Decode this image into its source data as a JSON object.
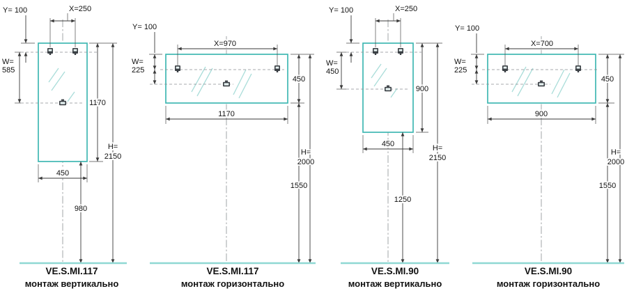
{
  "panels": [
    {
      "model": "VE.S.MI.117",
      "mounting": "монтаж вертикально",
      "orientation": "vertical",
      "dims": {
        "y": "Y= 100",
        "x": "X=250",
        "w_label": "W=",
        "w_value": "585",
        "mirror_height": "1170",
        "mirror_width": "450",
        "h_label": "H=",
        "h_value": "2150",
        "bottom_offset": "980"
      }
    },
    {
      "model": "VE.S.MI.117",
      "mounting": "монтаж горизонтально",
      "orientation": "horizontal",
      "dims": {
        "y": "Y= 100",
        "x": "X=970",
        "w_label": "W=",
        "w_value": "225",
        "mirror_height": "450",
        "mirror_width": "1170",
        "h_label": "H=",
        "h_value": "2000",
        "bottom_offset": "1550"
      }
    },
    {
      "model": "VE.S.MI.90",
      "mounting": "монтаж вертикально",
      "orientation": "vertical",
      "dims": {
        "y": "Y= 100",
        "x": "X=250",
        "w_label": "W=",
        "w_value": "450",
        "mirror_height": "900",
        "mirror_width": "450",
        "h_label": "H=",
        "h_value": "2150",
        "bottom_offset": "1250"
      }
    },
    {
      "model": "VE.S.MI.90",
      "mounting": "монтаж горизонтально",
      "orientation": "horizontal",
      "dims": {
        "y": "Y= 100",
        "x": "X=700",
        "w_label": "W=",
        "w_value": "225",
        "mirror_height": "450",
        "mirror_width": "900",
        "h_label": "H=",
        "h_value": "2000",
        "bottom_offset": "1550"
      }
    }
  ],
  "colors": {
    "mirror_stroke": "#3fb8b2",
    "floor_line": "#8fd8d3",
    "dimension_line": "#3a3a3a",
    "text": "#111111"
  }
}
